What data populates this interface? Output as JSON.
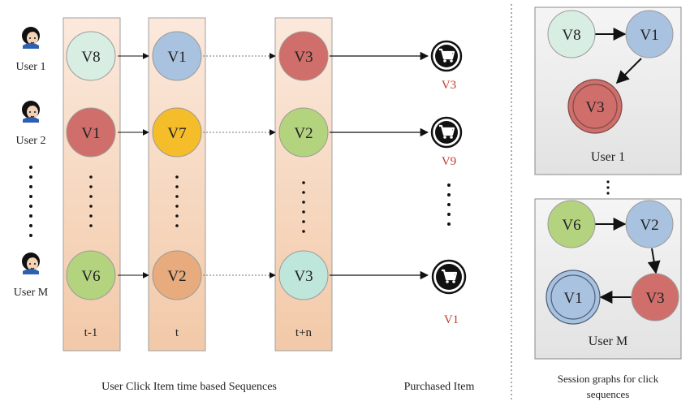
{
  "users": [
    {
      "label": "User 1",
      "clicks": [
        "V8",
        "V1",
        "V3"
      ],
      "purchased": "V3"
    },
    {
      "label": "User 2",
      "clicks": [
        "V1",
        "V7",
        "V2"
      ],
      "purchased": "V9"
    },
    {
      "label": "User M",
      "clicks": [
        "V6",
        "V2",
        "V3"
      ],
      "purchased": "V1"
    }
  ],
  "time_labels": [
    "t-1",
    "t",
    "t+n"
  ],
  "captions": {
    "sequences": "User Click Item time based Sequences",
    "purchased": "Purchased Item",
    "graphs_line1": "Session graphs for click",
    "graphs_line2": "sequences"
  },
  "session_graphs": [
    {
      "label": "User 1",
      "nodes": [
        "V8",
        "V1",
        "V3"
      ],
      "purchased_node": "V3"
    },
    {
      "label": "User M",
      "nodes": [
        "V6",
        "V2",
        "V3",
        "V1"
      ],
      "purchased_node": "V1"
    }
  ],
  "colors": {
    "V8": "#d9eee3",
    "V1_blue": "#a9c2df",
    "V1_red": "#cf6e6a",
    "V3_red": "#cf6e6a",
    "V3_teal": "#bfe6da",
    "V7": "#f6bd2a",
    "V2_green": "#b4d37f",
    "V2_orange": "#e7ab7e",
    "V2_blue": "#a9c2df",
    "V6": "#b4d37f",
    "column_fill": "#f5d9c4",
    "panel_fill": "#efefef",
    "purchased_text": "#c0392b"
  },
  "icons": [
    "user-avatar-icon",
    "shopping-cart-icon"
  ]
}
